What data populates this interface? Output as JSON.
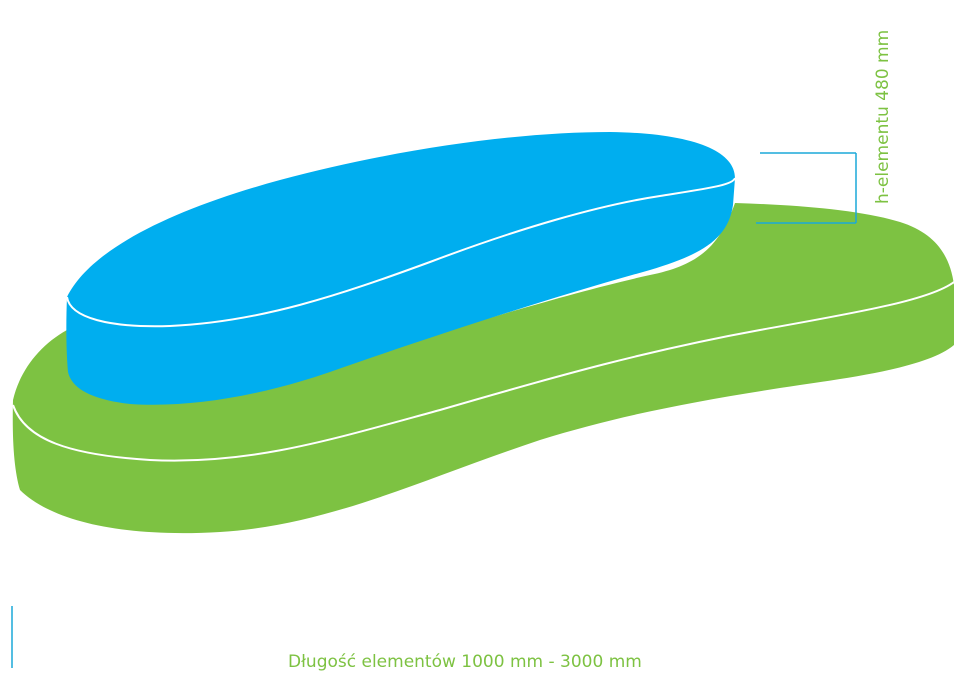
{
  "colors": {
    "background": "#ffffff",
    "green_platform": "#7dc242",
    "blue_element": "#00aeef",
    "edge_line": "#ffffff",
    "dimension_line": "#1ba9d8",
    "label_text": "#7dc242"
  },
  "labels": {
    "height": "h-elementu 480 mm",
    "length": "Długość elementów  1000 mm - 3000 mm"
  },
  "shapes": {
    "lower": "green-platform",
    "upper": "blue-element"
  }
}
